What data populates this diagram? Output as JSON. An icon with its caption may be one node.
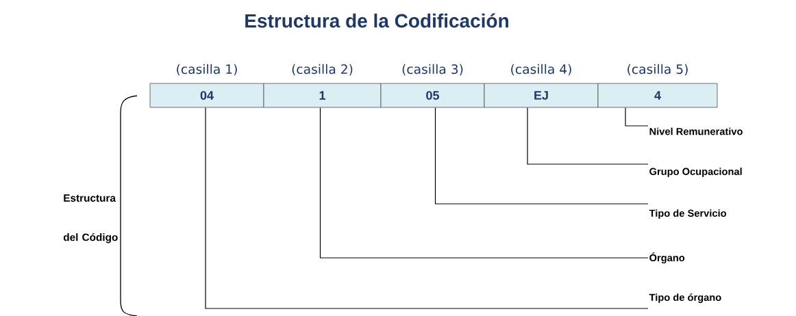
{
  "diagram": {
    "title": "Estructura de la Codificación",
    "nodes": [
      {
        "text": [
          "04"
        ],
        "beside": [
          "(casilla 1)"
        ]
      },
      {
        "text": [
          "1"
        ],
        "beside": [
          "(casilla 2)"
        ]
      },
      {
        "text": [
          "05"
        ],
        "beside": [
          "(casilla 3)"
        ]
      },
      {
        "text": [
          "EJ"
        ],
        "beside": [
          "(casilla 4)"
        ]
      },
      {
        "text": [
          "4"
        ],
        "beside": [
          "(casilla 5)"
        ]
      },
      {
        "text": [
          "Nivel Remunerativo"
        ]
      },
      {
        "text": [
          "Grupo Ocupacional"
        ]
      },
      {
        "text": [
          "Tipo de Servicio"
        ]
      },
      {
        "text": [
          "Órgano"
        ]
      },
      {
        "text": [
          "Tipo de órgano"
        ]
      }
    ],
    "edges": [
      {
        "from": 4,
        "to": 5,
        "arrow": "none"
      },
      {
        "from": 3,
        "to": 6,
        "arrow": "none"
      },
      {
        "from": 2,
        "to": 7,
        "arrow": "none"
      },
      {
        "from": 1,
        "to": 8,
        "arrow": "none"
      },
      {
        "from": 0,
        "to": 9,
        "arrow": "none"
      }
    ],
    "labels": [
      "Estructura del Código"
    ]
  }
}
